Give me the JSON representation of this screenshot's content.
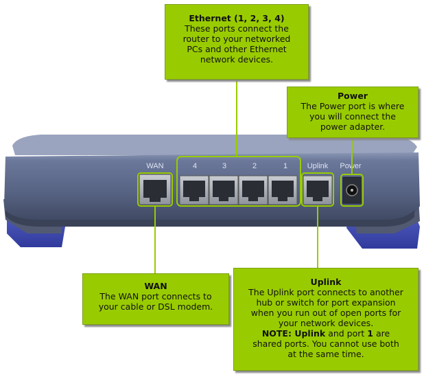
{
  "router": {
    "port_labels": {
      "wan": "WAN",
      "port4": "4",
      "port3": "3",
      "port2": "2",
      "port1": "1",
      "uplink": "Uplink",
      "power": "Power"
    }
  },
  "callouts": {
    "ethernet": {
      "title": "Ethernet (1, 2, 3, 4)",
      "lines": [
        "These ports connect the",
        "router to your networked",
        "PCs and other Ethernet",
        "network devices."
      ]
    },
    "power": {
      "title": "Power",
      "lines": [
        "The Power port is where",
        "you will connect the",
        "power adapter."
      ]
    },
    "wan": {
      "title": "WAN",
      "lines": [
        "The WAN port connects to",
        "your cable or DSL modem."
      ]
    },
    "uplink": {
      "title": "Uplink",
      "lines": [
        "The Uplink port connects to another",
        "hub or switch for port expansion",
        "when you run out of open ports for",
        "your network devices."
      ],
      "note_label": "NOTE: ",
      "note_uplink": "Uplink",
      "note_mid": " and port ",
      "note_port": "1",
      "note_end": " are",
      "note_lines": [
        "shared ports. You cannot use both",
        "at the same time."
      ]
    }
  },
  "colors": {
    "callout_bg": "#99cc00",
    "connector": "#99cc00",
    "router_body": "#5a6788"
  }
}
